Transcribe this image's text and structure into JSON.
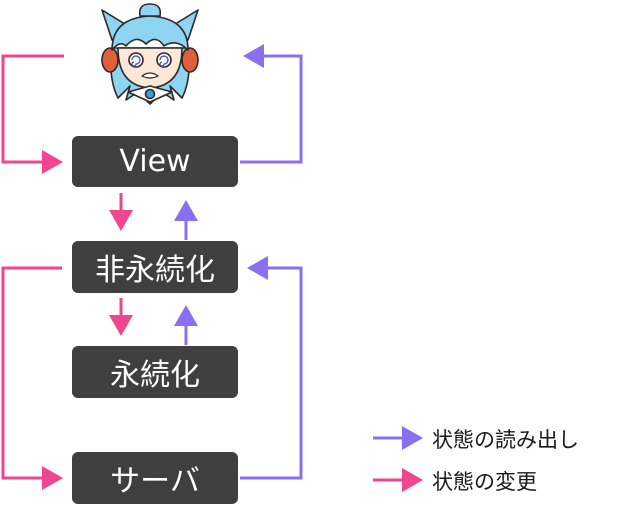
{
  "nodes": {
    "view": "View",
    "nonpersist": "非永続化",
    "persist": "永続化",
    "server": "サーバ"
  },
  "legend": {
    "read_label": "状態の読み出し",
    "change_label": "状態の変更"
  },
  "colors": {
    "change": "#f0458f",
    "read": "#8a6ff0",
    "box": "#3f3f3f",
    "box_text": "#ffffff"
  },
  "icons": {
    "user": "chibi-character-icon"
  }
}
